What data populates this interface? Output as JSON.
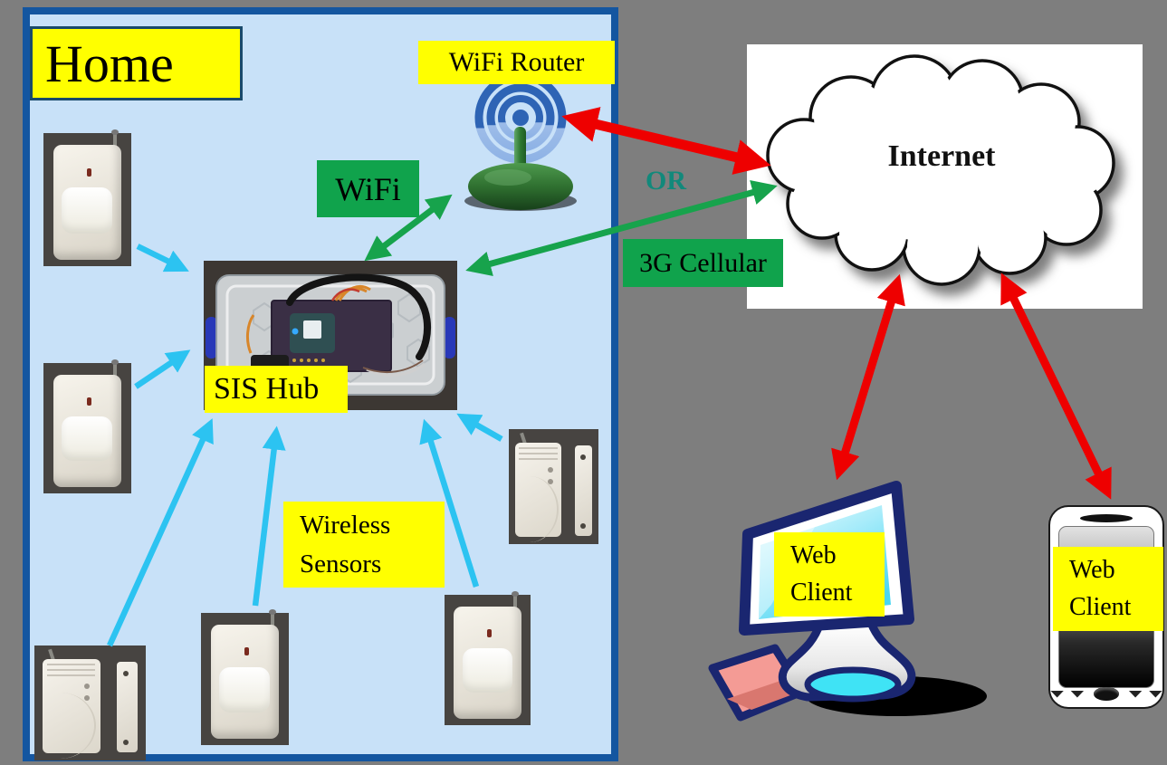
{
  "diagram": {
    "home_title": "Home",
    "wifi_router_label": "WiFi Router",
    "wifi_label": "WiFi",
    "sis_hub_label": "SIS Hub",
    "wireless_sensors_label": "Wireless Sensors",
    "or_label": "OR",
    "cellular_label": "3G Cellular",
    "internet_label": "Internet",
    "web_client_desktop_label": "Web Client",
    "web_client_phone_label": "Web Client"
  },
  "colors": {
    "background": "#7E7E7E",
    "home_fill": "#C8E1F8",
    "home_border": "#1456A0",
    "label_yellow": "#FFFF00",
    "label_green": "#10A34C",
    "or_text": "#12897B",
    "arrow_red": "#EE0000",
    "arrow_green": "#17A34C",
    "arrow_cyan": "#2CC3F1"
  }
}
